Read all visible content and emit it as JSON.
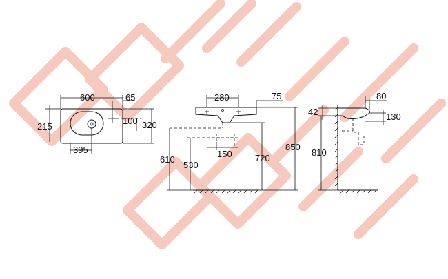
{
  "colors": {
    "watermark": "#f6c9bf",
    "ink": "#111111",
    "background": "#ffffff"
  },
  "plan_view": {
    "width": "600",
    "tap_offset": "65",
    "drain_to_edge": "215",
    "tap_to_front": "100",
    "depth": "320",
    "drain_to_side": "395"
  },
  "front_view": {
    "tap_spacing": "280",
    "bracket_offset": "75",
    "drain_height": "610",
    "supply_height": "530",
    "supply_spacing": "150",
    "bowl_height": "720",
    "rim_height": "850"
  },
  "side_view": {
    "projection": "80",
    "rim_thickness": "42",
    "bowl_depth": "130",
    "mount_height": "810"
  }
}
